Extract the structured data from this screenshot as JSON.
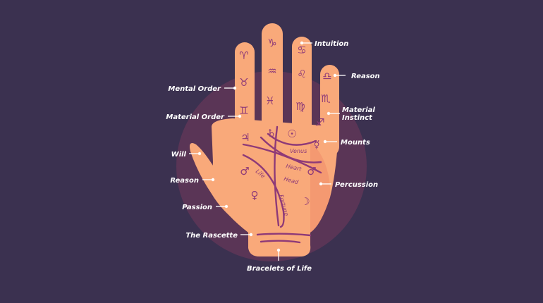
{
  "colors": {
    "background": "#3b3150",
    "circle": "#5a3556",
    "skin": "#f9a97a",
    "skin_shadow": "#f08f6a",
    "ink": "#8e3a78",
    "label": "#ffffff"
  },
  "labels": {
    "intuition": "Intuition",
    "reason_finger": "Reason",
    "mental_order": "Mental Order",
    "material_order": "Material Order",
    "material_instinct_1": "Material",
    "material_instinct_2": "Instinct",
    "mounts": "Mounts",
    "will": "Will",
    "reason_thumb": "Reason",
    "percussion": "Percussion",
    "passion": "Passion",
    "rascette": "The Rascette",
    "bracelets": "Bracelets of Life"
  },
  "palm_lines": {
    "venus": "Venus",
    "heart": "Heart",
    "head": "Head",
    "life": "Life",
    "fortune": "Fortune"
  },
  "symbols": {
    "aries": "♈",
    "taurus": "♉",
    "gemini": "♊",
    "capricorn": "♑",
    "aquarius": "♒",
    "pisces": "♓",
    "cancer": "♋",
    "leo": "♌",
    "virgo": "♍",
    "libra": "♎",
    "scorpio": "♏",
    "sagittarius": "♐",
    "jupiter": "♃",
    "saturn": "♄",
    "sun": "☉",
    "mercury": "☿",
    "mars1": "♂",
    "mars2": "♂",
    "venus": "♀",
    "moon": "☽"
  }
}
